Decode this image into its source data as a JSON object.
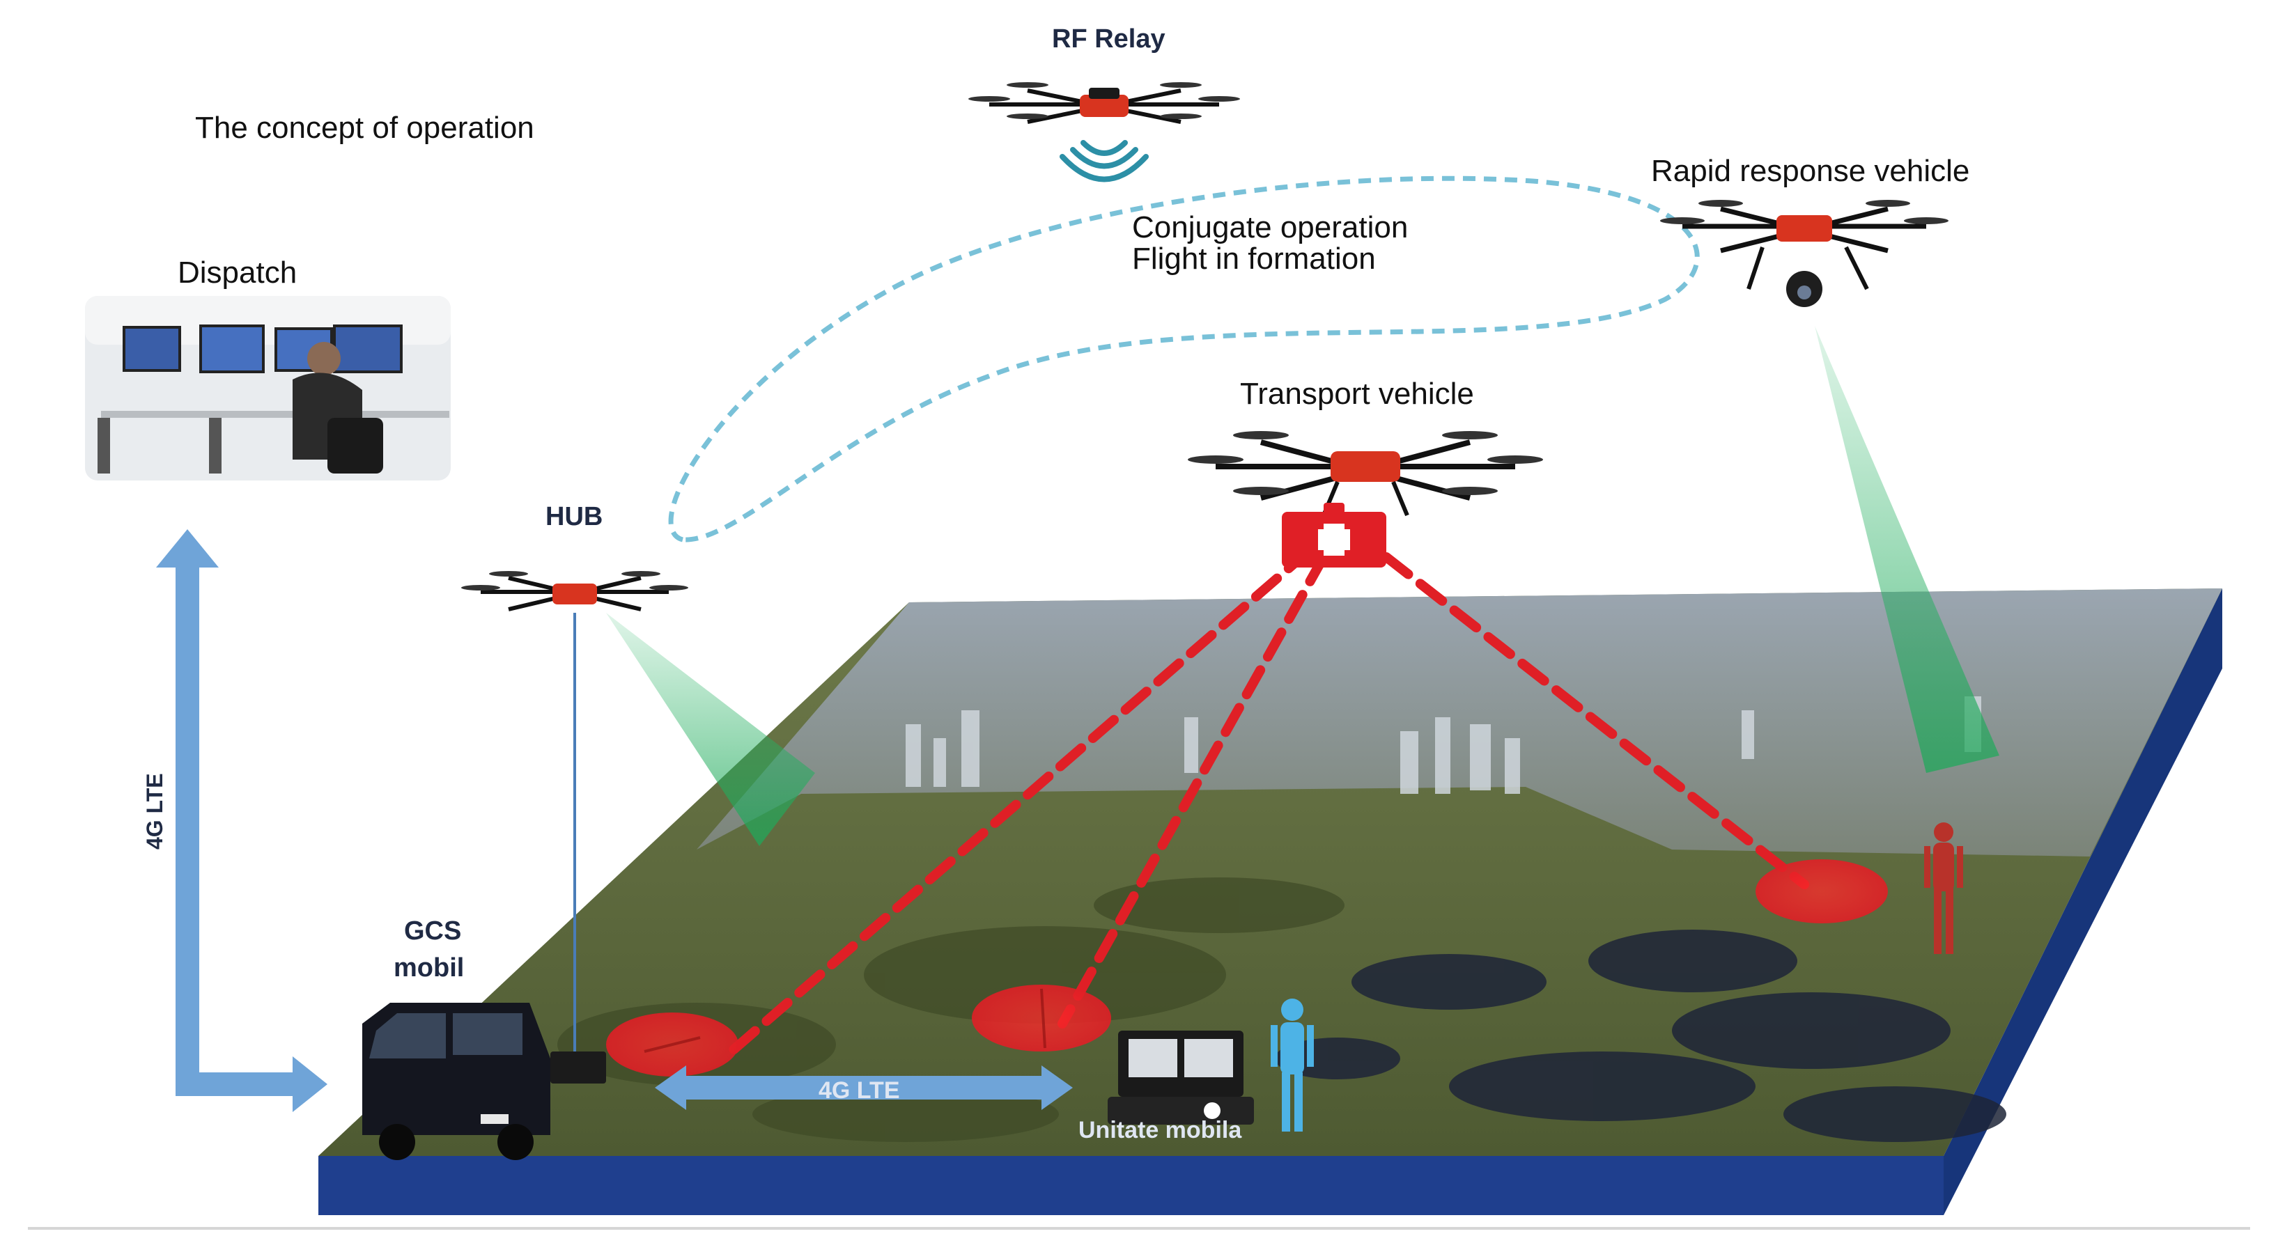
{
  "diagram": {
    "title": "The concept of operation",
    "labels": {
      "dispatch": "Dispatch",
      "rf_relay": "RF Relay",
      "hub": "HUB",
      "rapid_response": "Rapid response vehicle",
      "conjugate_line1": "Conjugate operation",
      "conjugate_line2": "Flight in formation",
      "transport": "Transport vehicle",
      "gcs_line1": "GCS",
      "gcs_line2": "mobil",
      "lte_vertical": "4G LTE",
      "lte_horizontal": "4G LTE",
      "mobile_unit": "Unitate mobila"
    },
    "icons": [
      "drone-icon",
      "wifi-signal-icon",
      "first-aid-box-icon",
      "van-icon",
      "person-icon",
      "laptop-case-icon",
      "monitor-icon"
    ],
    "colors": {
      "platform_side": "#1f3f8e",
      "terrain": "#5b6b3e",
      "red_route": "#e01f26",
      "sensor_beam": "#2fb86a",
      "formation_path": "#79c1d8",
      "lte_arrow": "#6fa4d8"
    }
  }
}
